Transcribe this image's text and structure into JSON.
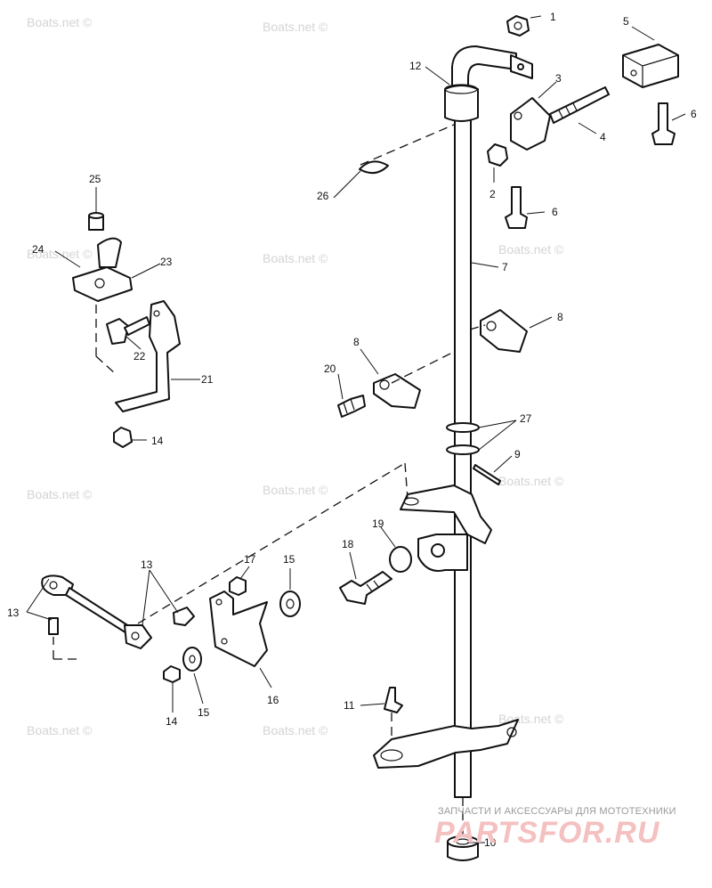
{
  "watermark": {
    "text": "Boats.net ©",
    "color": "#d4d4d4"
  },
  "brand": {
    "tagline": "ЗАПЧАСТИ И АКСЕССУАРЫ ДЛЯ МОТОТЕХНИКИ",
    "logo": "PARTSFOR.RU",
    "logo_color": "#f4c0c0"
  },
  "callouts": {
    "p1": "1",
    "p2": "2",
    "p3": "3",
    "p4": "4",
    "p5": "5",
    "p6a": "6",
    "p6b": "6",
    "p7": "7",
    "p8a": "8",
    "p8b": "8",
    "p9": "9",
    "p10": "10",
    "p11": "11",
    "p12": "12",
    "p13a": "13",
    "p13b": "13",
    "p14a": "14",
    "p14b": "14",
    "p15a": "15",
    "p15b": "15",
    "p16": "16",
    "p17": "17",
    "p18": "18",
    "p19": "19",
    "p20": "20",
    "p21": "21",
    "p22": "22",
    "p23": "23",
    "p24": "24",
    "p25": "25",
    "p26": "26",
    "p27": "27"
  }
}
